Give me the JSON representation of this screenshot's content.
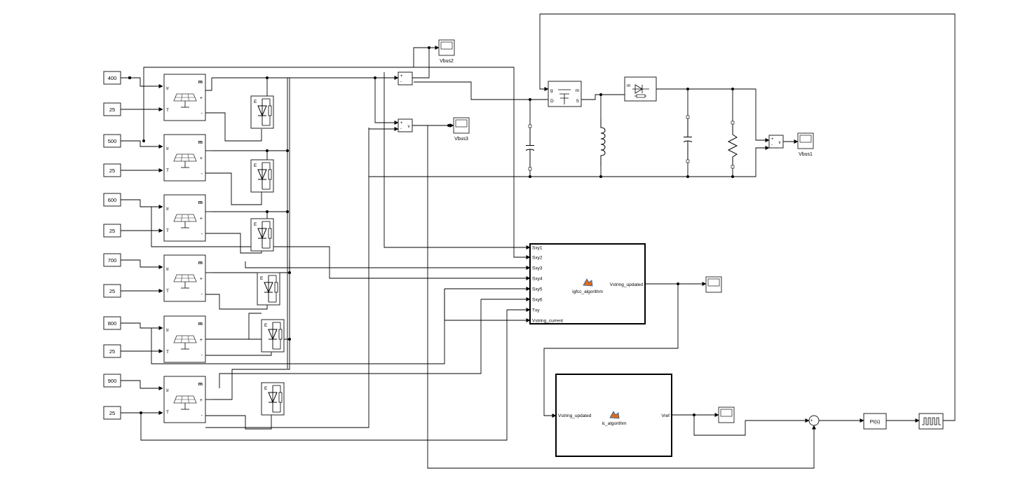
{
  "constants": [
    "400",
    "25",
    "500",
    "25",
    "600",
    "25",
    "700",
    "25",
    "800",
    "25",
    "900",
    "25"
  ],
  "pv_ports": {
    "in1": "Ir",
    "in2": "T",
    "out_m": "m",
    "out_p": "+",
    "out_n": "-"
  },
  "bypass_label": "E",
  "scopes": {
    "vbus1": "Vbus1",
    "vbus2": "Vbus2",
    "vbus3": "Vbus3"
  },
  "voltmeter": {
    "p": "+",
    "n": "-",
    "v": "v"
  },
  "switch_ports": {
    "g": "g",
    "m": "m",
    "d": "D",
    "s": "S"
  },
  "diode_ports": {
    "m": "m"
  },
  "igfcc": {
    "name": "igfcc_algorithm",
    "inputs": [
      "Sxy1",
      "Sxy2",
      "Sxy3",
      "Sxy4",
      "Sxy5",
      "Sxy6",
      "Txy",
      "Vstring_current"
    ],
    "output": "Vstring_updated"
  },
  "ic": {
    "name": "ic_algorithm",
    "input": "Vstring_updated",
    "output": "Vref"
  },
  "sum": {
    "plus": "+",
    "minus": "-"
  },
  "pi": {
    "label": "PI(s)"
  }
}
